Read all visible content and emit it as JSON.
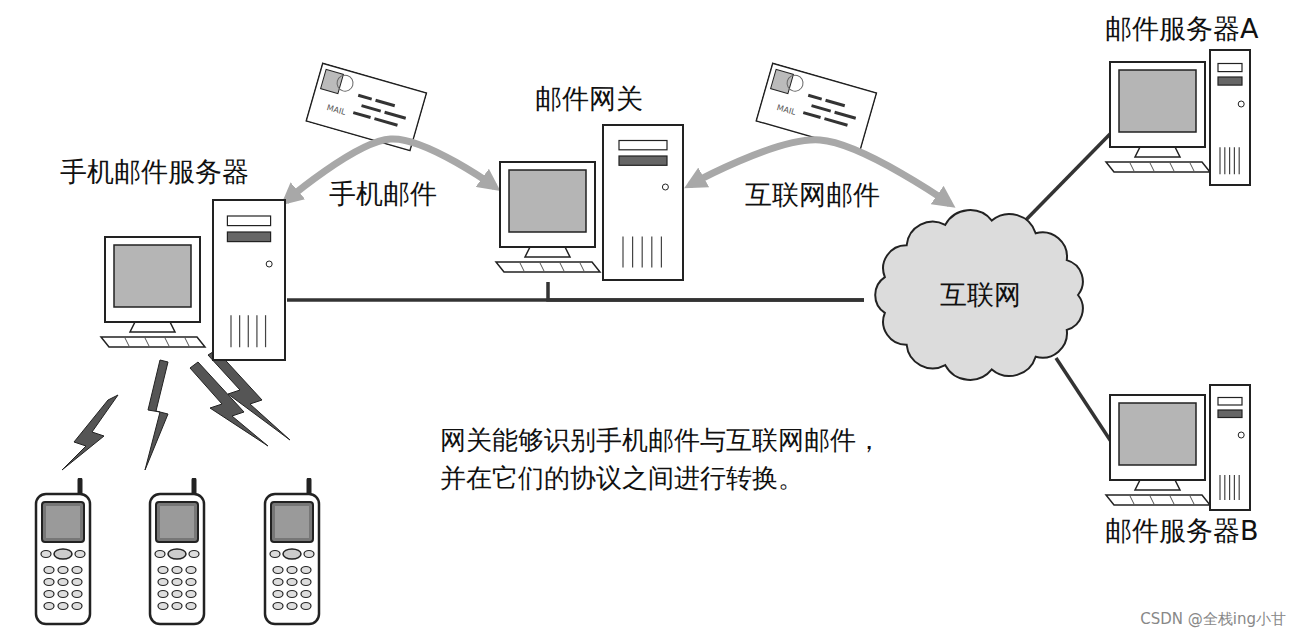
{
  "diagram": {
    "nodes": [
      {
        "text": [
          "手机邮件服务器"
        ]
      },
      {
        "text": [
          "邮件网关"
        ]
      },
      {
        "text": [
          "互联网"
        ]
      },
      {
        "text": [
          "邮件服务器A"
        ]
      },
      {
        "text": [
          "邮件服务器B"
        ]
      }
    ],
    "edges": [
      {
        "from": 0,
        "to": 1,
        "label": "手机邮件",
        "arrow": "both"
      },
      {
        "from": 1,
        "to": 2,
        "label": "互联网邮件",
        "arrow": "both"
      },
      {
        "from": 0,
        "to": 2,
        "arrow": "none"
      },
      {
        "from": 1,
        "to": 2,
        "arrow": "none"
      },
      {
        "from": 2,
        "to": 3,
        "arrow": "none"
      },
      {
        "from": 2,
        "to": 4,
        "arrow": "none"
      }
    ],
    "labels": [
      "网关能够识别手机邮件与互联网邮件， 并在它们的协议之间进行转换。",
      "CSDN @全栈ing小甘",
      "MAIL",
      "MAIL"
    ]
  }
}
